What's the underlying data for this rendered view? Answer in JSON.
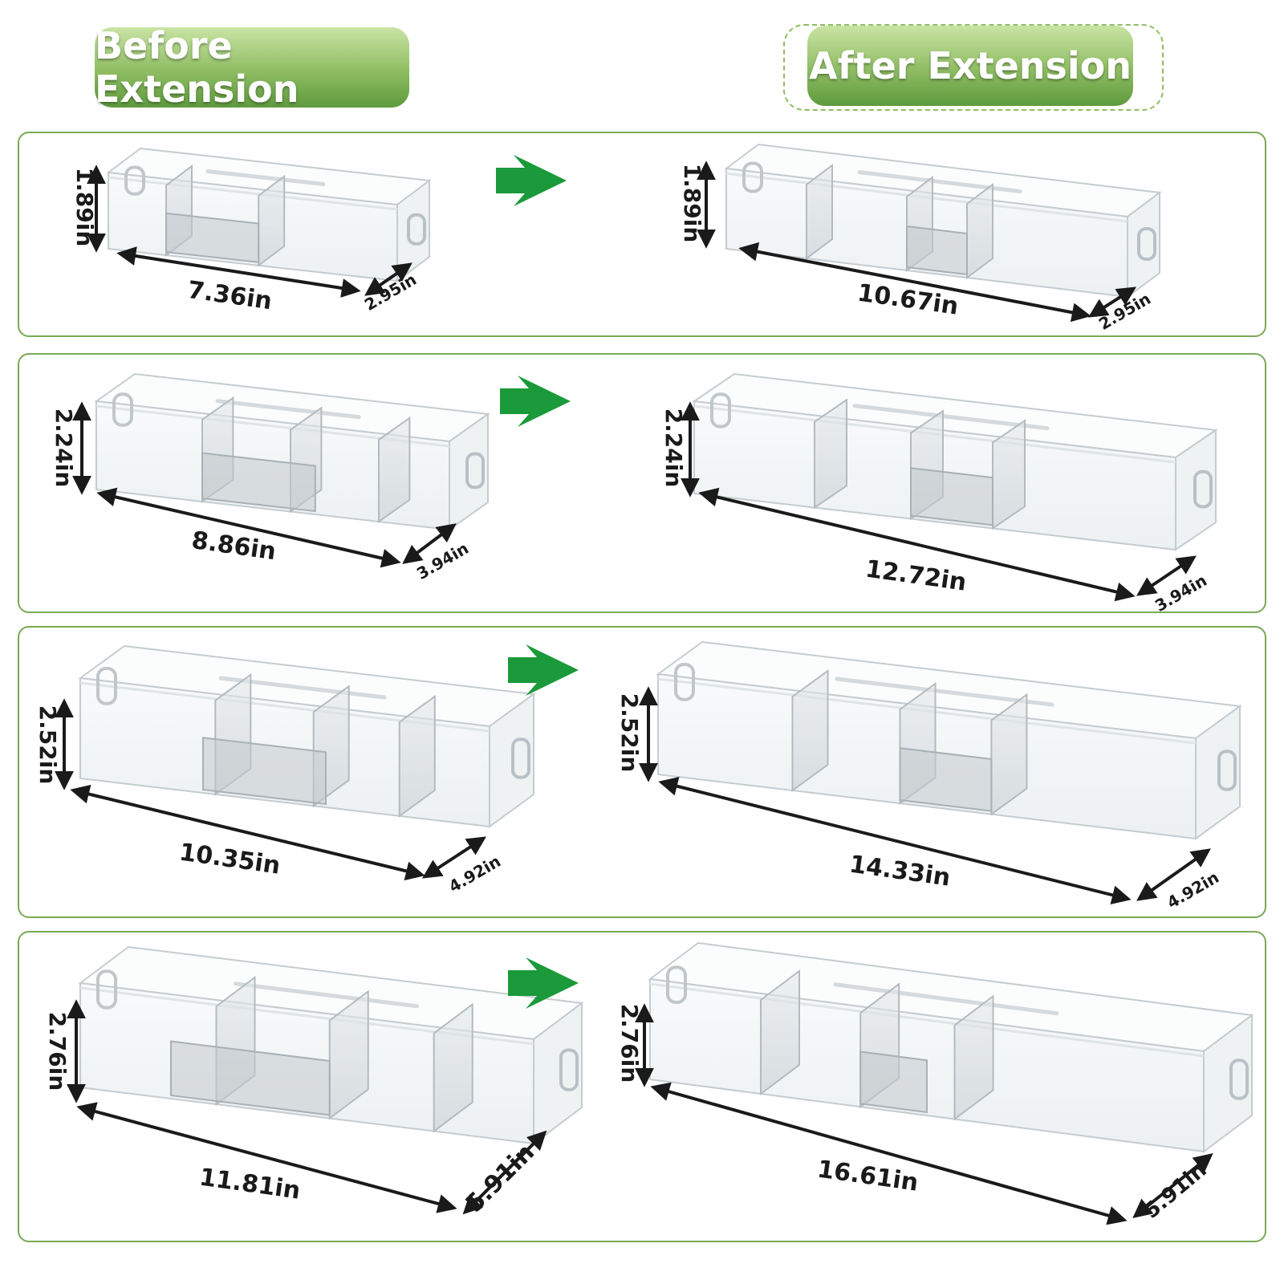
{
  "headers": {
    "before": "Before Extension",
    "after": "After Extension"
  },
  "colors": {
    "accent_green": "#7aa957",
    "arrow_green": "#1a9a3a",
    "dimension_line": "#1a1a1a"
  },
  "icons": {
    "arrow": "arrow-right-icon"
  },
  "rows": [
    {
      "before": {
        "height": "1.89in",
        "length": "7.36in",
        "depth": "2.95in"
      },
      "after": {
        "height": "1.89in",
        "length": "10.67in",
        "depth": "2.95in"
      }
    },
    {
      "before": {
        "height": "2.24in",
        "length": "8.86in",
        "depth": "3.94in"
      },
      "after": {
        "height": "2.24in",
        "length": "12.72in",
        "depth": "3.94in"
      }
    },
    {
      "before": {
        "height": "2.52in",
        "length": "10.35in",
        "depth": "4.92in"
      },
      "after": {
        "height": "2.52in",
        "length": "14.33in",
        "depth": "4.92in"
      }
    },
    {
      "before": {
        "height": "2.76in",
        "length": "11.81in",
        "depth": "5.91in"
      },
      "after": {
        "height": "2.76in",
        "length": "16.61in",
        "depth": "5.91in"
      }
    }
  ]
}
